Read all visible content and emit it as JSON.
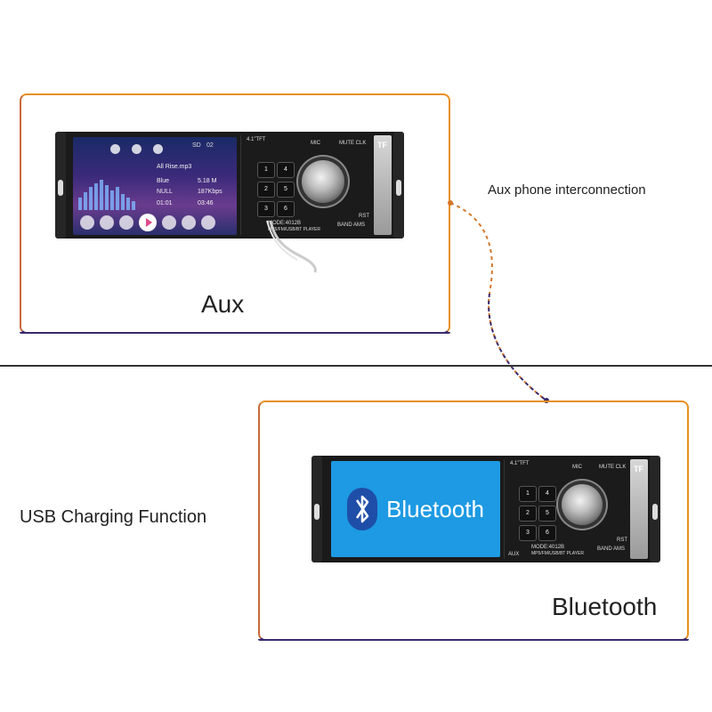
{
  "labels": {
    "aux": "Aux",
    "aux_phone": "Aux phone interconnection",
    "usb_charging": "USB Charging Function",
    "bluetooth": "Bluetooth"
  },
  "radio_top": {
    "model_size": "4.1\"TFT",
    "mic": "MIC",
    "mute": "MUTE CLK",
    "mode": "MODE:4012B",
    "player": "MP5/FM/USB/BT PLAYER",
    "band": "BAND AMS",
    "rst": "RST",
    "tf": "TF",
    "sd": "SD",
    "sd_num": "02",
    "song": "All Rise.mp3",
    "artist": "Blue",
    "album": "NULL",
    "size": "5.18 M",
    "bitrate": "187Kbps",
    "time_elapsed": "01:01",
    "time_total": "03:46",
    "keys": [
      "1",
      "2",
      "3",
      "4",
      "5",
      "6"
    ]
  },
  "radio_bottom": {
    "model_size": "4.1\"TFT",
    "mic": "MIC",
    "mute": "MUTE CLK",
    "mode": "MODE:4012B",
    "player": "MP5/FM/USB/BT PLAYER",
    "band": "BAND AMS",
    "rst": "RST",
    "tf": "TF",
    "aux": "AUX",
    "screen_text": "Bluetooth",
    "keys": [
      "1",
      "2",
      "3",
      "4",
      "5",
      "6"
    ]
  },
  "colors": {
    "frame_orange": "#e8901e",
    "frame_purple": "#3a2a6e",
    "bt_screen": "#1d9ae3",
    "bt_logo": "#1e4ea8"
  }
}
